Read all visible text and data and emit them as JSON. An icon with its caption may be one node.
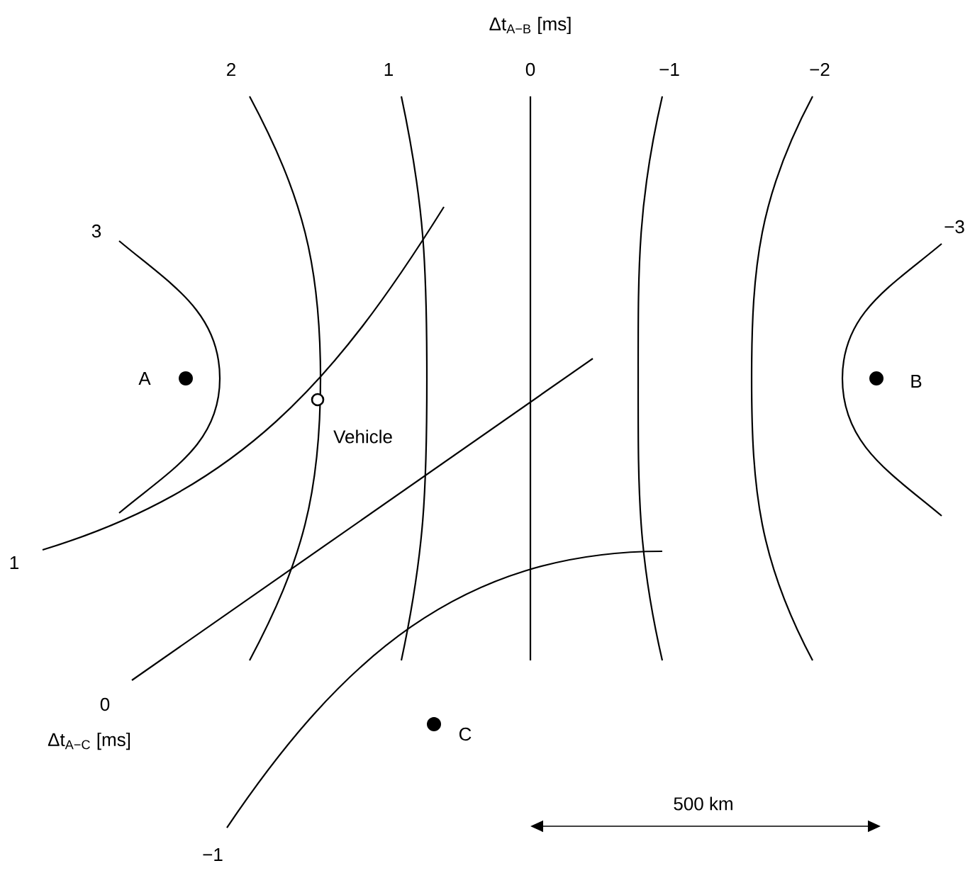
{
  "diagram": {
    "nodes": [
      {
        "text": [
          "A"
        ]
      },
      {
        "text": [
          "B"
        ]
      },
      {
        "text": [
          "Vehicle"
        ]
      },
      {
        "text": [
          "C"
        ]
      }
    ],
    "labels": [
      "Δt$_{A−B}$ [ms]",
      "2",
      "1",
      "0",
      "−1",
      "−2",
      "3",
      "−3",
      "1",
      "0",
      "Δt$_{A−C}$ [ms]",
      "−1",
      "500 km"
    ]
  }
}
